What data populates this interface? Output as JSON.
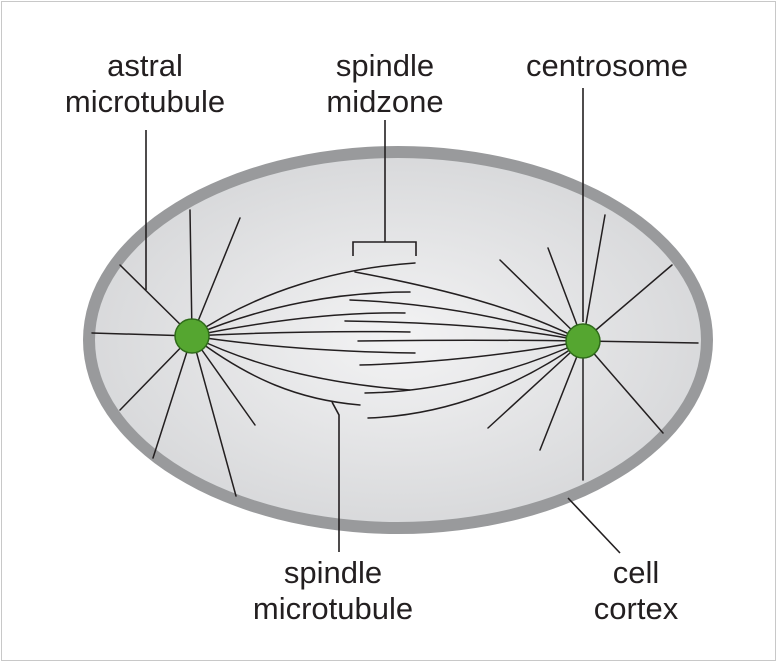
{
  "labels": {
    "astral_line1": "astral",
    "astral_line2": "microtubule",
    "midzone_line1": "spindle",
    "midzone_line2": "midzone",
    "centrosome": "centrosome",
    "spindle_mt_line1": "spindle",
    "spindle_mt_line2": "microtubule",
    "cortex_line1": "cell",
    "cortex_line2": "cortex"
  },
  "colors": {
    "cortex": "#999a9c",
    "cytoplasm": "#dedfe0",
    "centrosome": "#55a630",
    "centrosome_stroke": "#2f6b1a",
    "ink": "#231f20"
  }
}
